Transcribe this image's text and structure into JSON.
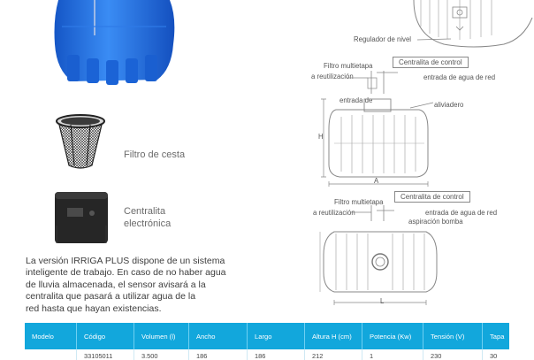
{
  "products": {
    "filter_label": "Filtro de cesta",
    "controller_label_line1": "Centralita",
    "controller_label_line2": "electrónica"
  },
  "description": [
    "La versión IRRIGA PLUS dispone de un sistema",
    "inteligente de trabajo. En caso de no haber agua",
    "de lluvia almacenada, el sensor avisará a la",
    "centralita que pasará a utilizar agua de la",
    "red hasta que hayan existencias."
  ],
  "diagram_top": {
    "level_regulator": "Regulador de nivel"
  },
  "diagram_mid": {
    "control_box": "Centralita de control",
    "multi_filter": "Filtro multietapa",
    "reuse": "a reutilización",
    "water_inlet": "entrada de agua de red",
    "inlet": "entrada de",
    "overflow": "aliviadero",
    "height_letter": "H",
    "width_letter": "A"
  },
  "diagram_bottom": {
    "control_box": "Centralita de control",
    "multi_filter": "Filtro multietapa",
    "reuse": "a reutilización",
    "water_inlet": "entrada de agua de red",
    "suction": "aspiración bomba",
    "length_letter": "L"
  },
  "table": {
    "headers": [
      "Modelo",
      "Código",
      "Volumen (l)",
      "Ancho",
      "Largo",
      "Altura H (cm)",
      "Potencia (Kw)",
      "Tensión (V)",
      "Tapa"
    ],
    "row": [
      "",
      "33105011",
      "3.500",
      "186",
      "186",
      "212",
      "1",
      "230",
      "30"
    ]
  },
  "colors": {
    "tank_blue": "#1f6fe0",
    "header_blue": "#12a7dc"
  }
}
